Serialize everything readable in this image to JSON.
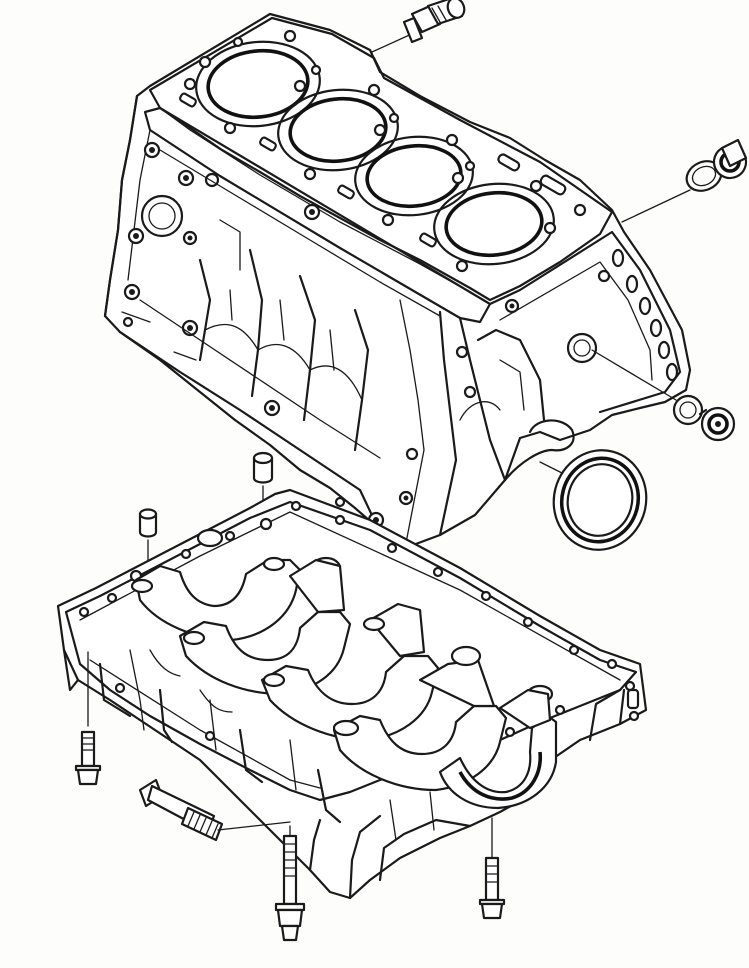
{
  "diagram": {
    "parts": [
      {
        "id": "cylinder-block",
        "kind": "assembly"
      },
      {
        "id": "lower-crankcase",
        "kind": "assembly"
      },
      {
        "id": "oil-pressure-switch",
        "kind": "fitting"
      },
      {
        "id": "drain-plug-upper",
        "kind": "plug"
      },
      {
        "id": "drain-plug-lower",
        "kind": "plug"
      },
      {
        "id": "rear-main-oil-seal",
        "kind": "seal"
      },
      {
        "id": "dowel-pins",
        "kind": "pin",
        "count": 2
      },
      {
        "id": "bolts",
        "kind": "fastener",
        "count": 4
      }
    ],
    "colors": {
      "line": "#1a1a1a",
      "paper": "#fdfdfb",
      "fill": "#ffffff"
    }
  }
}
